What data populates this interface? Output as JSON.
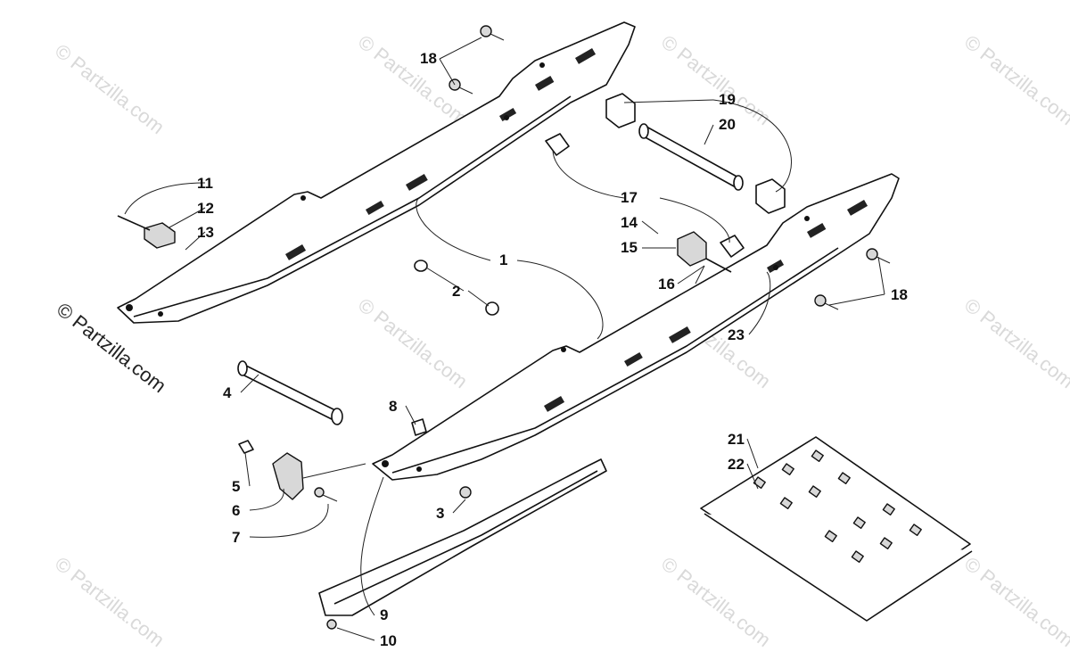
{
  "watermark": "© Partzilla.com",
  "callouts": [
    "1",
    "2",
    "3",
    "4",
    "5",
    "6",
    "7",
    "8",
    "9",
    "10",
    "11",
    "12",
    "13",
    "14",
    "15",
    "16",
    "17",
    "18",
    "19",
    "20",
    "21",
    "22",
    "23"
  ]
}
